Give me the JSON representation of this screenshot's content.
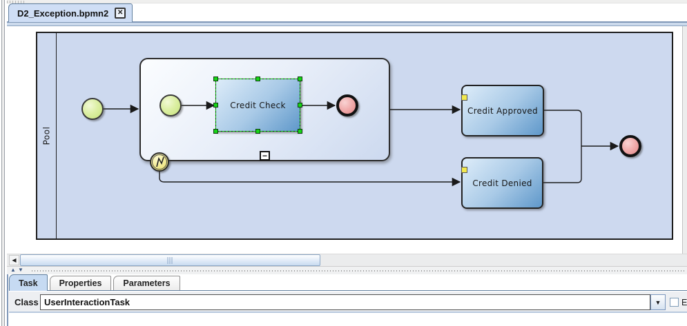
{
  "editor_tab": {
    "title": "D2_Exception.bpmn2",
    "close_glyph": "✕"
  },
  "diagram": {
    "pool_label": "Pool",
    "subprocess": {
      "collapse_glyph": "−"
    },
    "tasks": {
      "credit_check": "Credit Check",
      "credit_approved": "Credit Approved",
      "credit_denied": "Credit Denied"
    }
  },
  "scrollbar": {
    "left_arrow_glyph": "◀"
  },
  "splitter": {
    "collapse_up_glyph": "▲",
    "collapse_down_glyph": "▼"
  },
  "bottom_tabs": {
    "task": "Task",
    "properties": "Properties",
    "parameters": "Parameters"
  },
  "task_panel": {
    "class_label": "Class",
    "class_value": "UserInteractionTask",
    "exclusive_label_truncated": "Ex"
  },
  "combo": {
    "dropdown_glyph": "▼"
  },
  "colors": {
    "tab_selected": "#cfdef5",
    "pool_fill": "#cdd9ef",
    "task_gradient_start": "#ddecf9",
    "task_gradient_end": "#5f98ca",
    "start_event_fill": "#c7e37b",
    "end_event_fill": "#e28888",
    "boundary_event_fill": "#f2ea90",
    "selection_handle": "#17d517"
  }
}
